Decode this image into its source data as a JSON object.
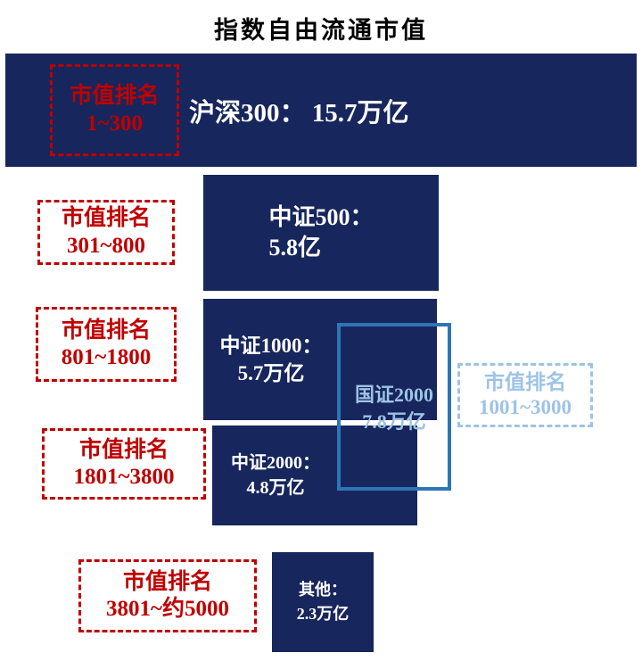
{
  "title": "指数自由流通市值",
  "colors": {
    "navy": "#17265C",
    "red": "#C00000",
    "light_blue": "#9DC3E6",
    "blue_border": "#2E75B6",
    "bar_text": "#FFFFFF",
    "background": "#FFFFFF"
  },
  "bars": [
    {
      "label": "沪深300：  15.7万亿",
      "rank_line1": "市值排名",
      "rank_line2": "1~300"
    },
    {
      "line1": "中证500：",
      "line2": "5.8亿",
      "rank_line1": "市值排名",
      "rank_line2": "301~800"
    },
    {
      "line1": "中证1000：",
      "line2": "5.7万亿",
      "rank_line1": "市值排名",
      "rank_line2": "801~1800"
    },
    {
      "line1": "中证2000：",
      "line2": "4.8万亿",
      "rank_line1": "市值排名",
      "rank_line2": "1801~3800"
    },
    {
      "line1": "其他：",
      "line2": "2.3万亿",
      "rank_line1": "市值排名",
      "rank_line2": "3801~约5000"
    }
  ],
  "overlay": {
    "line1": "国证2000",
    "line2": "7.8万亿",
    "rank_line1": "市值排名",
    "rank_line2": "1001~3000"
  }
}
